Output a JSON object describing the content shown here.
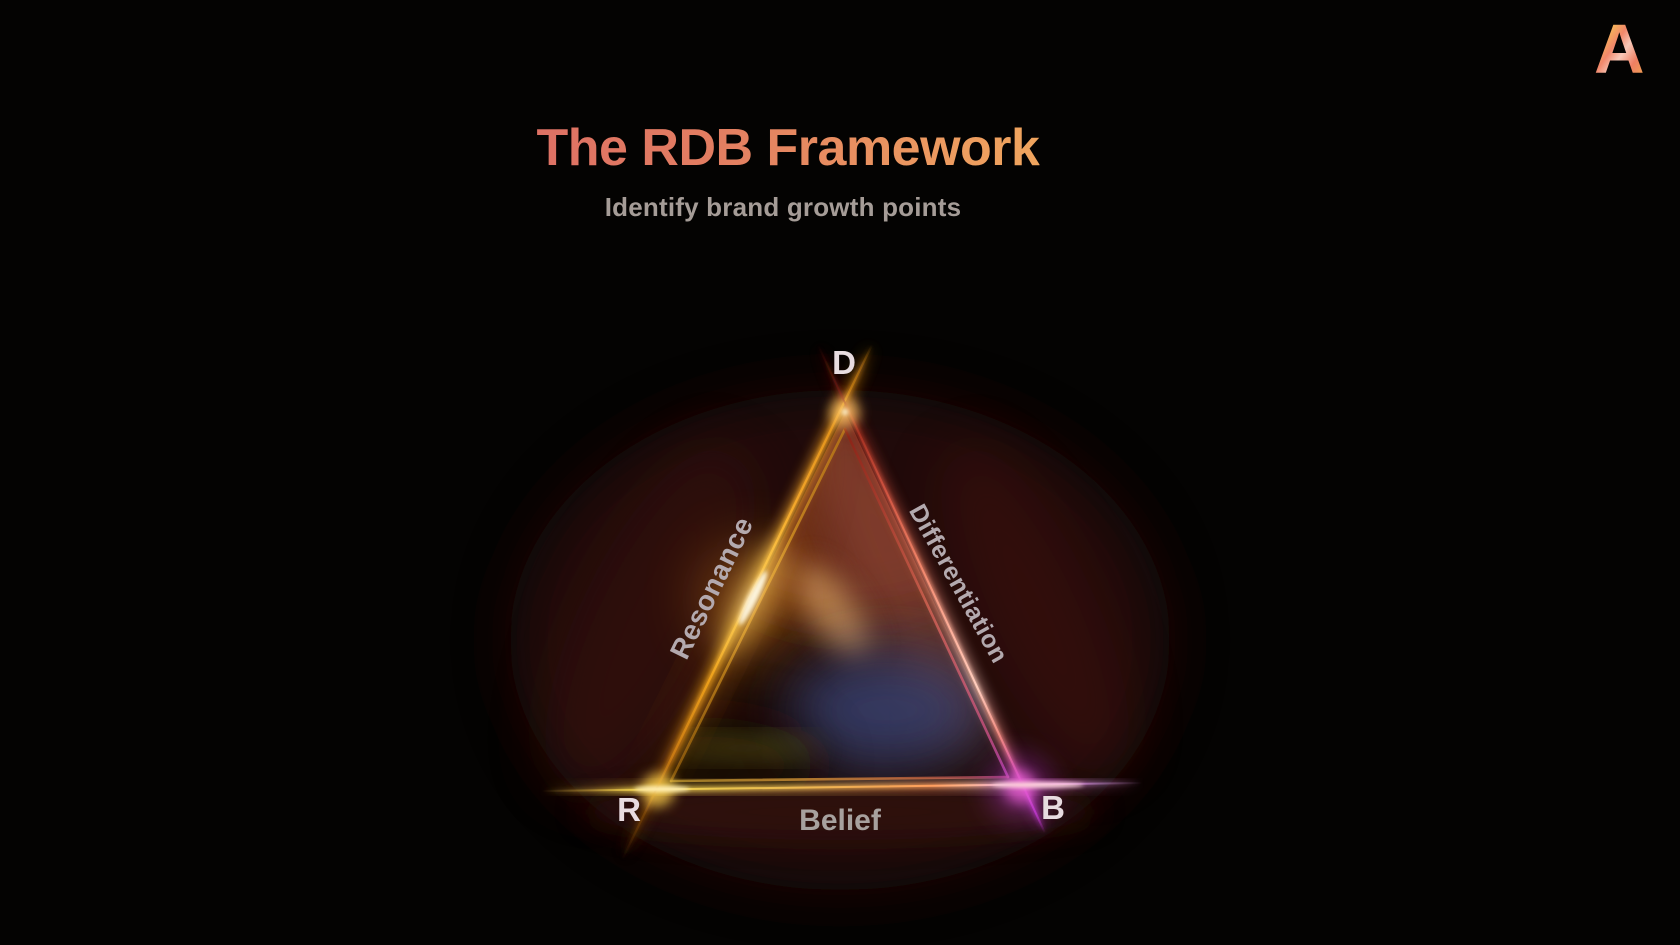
{
  "slide": {
    "title": "The RDB Framework",
    "subtitle": "Identify brand growth points",
    "background_color": "#040302",
    "title_gradient_from": "#DE7164",
    "title_gradient_to": "#F0A55E",
    "subtitle_color": "#A59C97"
  },
  "logo": {
    "letter": "A"
  },
  "framework": {
    "vertices": {
      "top": "D",
      "bottom_left": "R",
      "bottom_right": "B"
    },
    "edges": {
      "left": "Resonance",
      "right": "Differentiation",
      "bottom": "Belief"
    }
  },
  "colors": {
    "edge_left_gold": "#FFD34F",
    "edge_left_hotspot": "#FFFBE8",
    "edge_right_pink": "#FFB4A0",
    "edge_bottom_left_gold": "#F2D454",
    "edge_bottom_right_magenta": "#E065D8",
    "vertex_label": "#E8DCE0",
    "edge_label": "#B3A9AE",
    "belief_label": "#A7A19E"
  }
}
